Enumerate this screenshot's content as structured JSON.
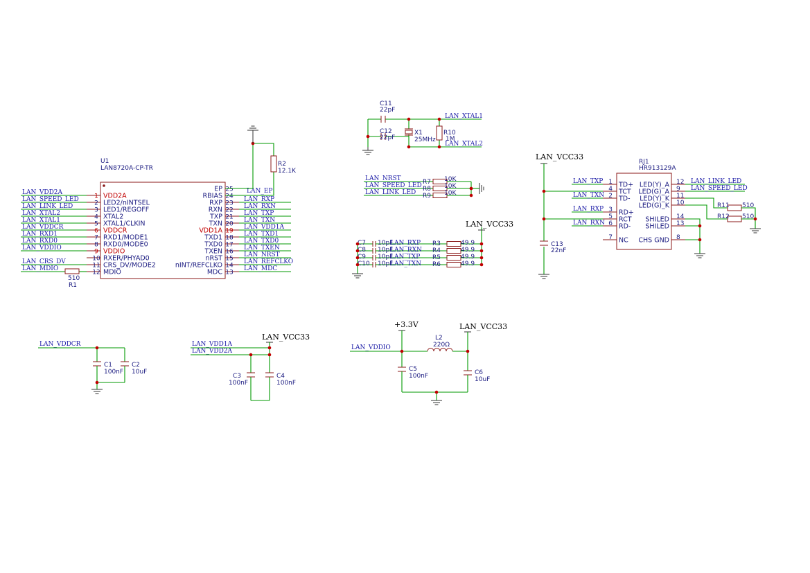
{
  "u1": {
    "ref": "U1",
    "part": "LAN8720A-CP-TR",
    "left_pins": [
      {
        "num": "1",
        "name": "VDD2A",
        "net": "LAN_VDD2A",
        "power": true
      },
      {
        "num": "2",
        "name": "LED2/nINTSEL",
        "net": "LAN_SPEED_LED",
        "power": false
      },
      {
        "num": "3",
        "name": "LED1/REGOFF",
        "net": "LAN_LINK_LED",
        "power": false
      },
      {
        "num": "4",
        "name": "XTAL2",
        "net": "LAN_XTAL2",
        "power": false
      },
      {
        "num": "5",
        "name": "XTAL1/CLKIN",
        "net": "LAN_XTAL1",
        "power": false
      },
      {
        "num": "6",
        "name": "VDDCR",
        "net": "LAN_VDDCR",
        "power": true
      },
      {
        "num": "7",
        "name": "RXD1/MODE1",
        "net": "LAN_RXD1",
        "power": false
      },
      {
        "num": "8",
        "name": "RXD0/MODE0",
        "net": "LAN_RXD0",
        "power": false
      },
      {
        "num": "9",
        "name": "VDDIO",
        "net": "LAN_VDDIO",
        "power": true
      },
      {
        "num": "10",
        "name": "RXER/PHYAD0",
        "net": "",
        "power": false
      },
      {
        "num": "11",
        "name": "CRS_DV/MODE2",
        "net": "LAN_CRS_DV",
        "power": false
      },
      {
        "num": "12",
        "name": "MDIO",
        "net": "LAN_MDIO",
        "power": false
      }
    ],
    "right_pins": [
      {
        "num": "25",
        "name": "EP",
        "net": "",
        "power": false
      },
      {
        "num": "24",
        "name": "RBIAS",
        "net": "LAN_EP",
        "power": false
      },
      {
        "num": "23",
        "name": "RXP",
        "net": "LAN_RXP",
        "power": false
      },
      {
        "num": "22",
        "name": "RXN",
        "net": "LAN_RXN",
        "power": false
      },
      {
        "num": "21",
        "name": "TXP",
        "net": "LAN_TXP",
        "power": false
      },
      {
        "num": "20",
        "name": "TXN",
        "net": "LAN_TXN",
        "power": false
      },
      {
        "num": "19",
        "name": "VDD1A",
        "net": "LAN_VDD1A",
        "power": true
      },
      {
        "num": "18",
        "name": "TXD1",
        "net": "LAN_TXD1",
        "power": false
      },
      {
        "num": "17",
        "name": "TXD0",
        "net": "LAN_TXD0",
        "power": false
      },
      {
        "num": "16",
        "name": "TXEN",
        "net": "LAN_TXEN",
        "power": false
      },
      {
        "num": "15",
        "name": "nRST",
        "net": "LAN_NRST",
        "power": false
      },
      {
        "num": "14",
        "name": "nINT/REFCLKO",
        "net": "LAN_REFCLKO",
        "power": false
      },
      {
        "num": "13",
        "name": "MDC",
        "net": "LAN_MDC",
        "power": false
      }
    ],
    "r1": {
      "ref": "R1",
      "value": "510"
    },
    "r2": {
      "ref": "R2",
      "value": "12.1K"
    }
  },
  "crystal": {
    "c11": {
      "ref": "C11",
      "value": "22pF"
    },
    "c12": {
      "ref": "C12",
      "value": "22pF"
    },
    "x1": {
      "ref": "X1",
      "value": "25MHz"
    },
    "r10": {
      "ref": "R10",
      "value": "1M"
    },
    "net1": "LAN_XTAL1",
    "net2": "LAN_XTAL2"
  },
  "pullups": [
    {
      "net": "LAN_NRST",
      "ref": "R7",
      "value": "10K"
    },
    {
      "net": "LAN_SPEED_LED",
      "ref": "R8",
      "value": "10K"
    },
    {
      "net": "LAN_LINK_LED",
      "ref": "R9",
      "value": "10K"
    }
  ],
  "terminations": {
    "power": "LAN_VCC33",
    "rows": [
      {
        "cap": "C7",
        "capval": "10pF",
        "net": "LAN_RXP",
        "res": "R3",
        "resval": "49.9"
      },
      {
        "cap": "C8",
        "capval": "10pF",
        "net": "LAN_RXN",
        "res": "R4",
        "resval": "49.9"
      },
      {
        "cap": "C9",
        "capval": "10pF",
        "net": "LAN_TXP",
        "res": "R5",
        "resval": "49.9"
      },
      {
        "cap": "C10",
        "capval": "10pF",
        "net": "LAN_TXN",
        "res": "R6",
        "resval": "49.9"
      }
    ]
  },
  "rj1": {
    "ref": "RJ1",
    "part": "HR913129A",
    "power": "LAN_VCC33",
    "c13": {
      "ref": "C13",
      "value": "22nF"
    },
    "r11": {
      "ref": "R11",
      "value": "510"
    },
    "r12": {
      "ref": "R12",
      "value": "510"
    },
    "left_pins": [
      {
        "num": "1",
        "name": "TD+",
        "net": "LAN_TXP"
      },
      {
        "num": "4",
        "name": "TCT",
        "net": ""
      },
      {
        "num": "2",
        "name": "TD-",
        "net": "LAN_TXN"
      },
      {
        "num": "3",
        "name": "RD+",
        "net": "LAN_RXP"
      },
      {
        "num": "5",
        "name": "RCT",
        "net": ""
      },
      {
        "num": "6",
        "name": "RD-",
        "net": "LAN_RXN"
      },
      {
        "num": "7",
        "name": "NC",
        "net": ""
      }
    ],
    "right_pins": [
      {
        "num": "12",
        "name": "LED(Y)_A",
        "net": "LAN_LINK_LED"
      },
      {
        "num": "9",
        "name": "LED(G)_A",
        "net": "LAN_SPEED_LED"
      },
      {
        "num": "11",
        "name": "LED(Y)_K",
        "net": ""
      },
      {
        "num": "10",
        "name": "LED(G)_K",
        "net": ""
      },
      {
        "num": "14",
        "name": "SHILED",
        "net": ""
      },
      {
        "num": "13",
        "name": "SHILED",
        "net": ""
      },
      {
        "num": "8",
        "name": "CHS GND",
        "net": ""
      }
    ]
  },
  "vddcr_block": {
    "net": "LAN_VDDCR",
    "c1": {
      "ref": "C1",
      "value": "100nF"
    },
    "c2": {
      "ref": "C2",
      "value": "10uF"
    }
  },
  "vdda_block": {
    "power": "LAN_VCC33",
    "net1": "LAN_VDD1A",
    "net2": "LAN_VDD2A",
    "c3": {
      "ref": "C3",
      "value": "100nF"
    },
    "c4": {
      "ref": "C4",
      "value": "100nF"
    }
  },
  "vddio_block": {
    "power1": "+3.3V",
    "power2": "LAN_VCC33",
    "net": "LAN_VDDIO",
    "l2": {
      "ref": "L2",
      "value": "220Ω"
    },
    "c5": {
      "ref": "C5",
      "value": "100nF"
    },
    "c6": {
      "ref": "C6",
      "value": "10uF"
    }
  }
}
